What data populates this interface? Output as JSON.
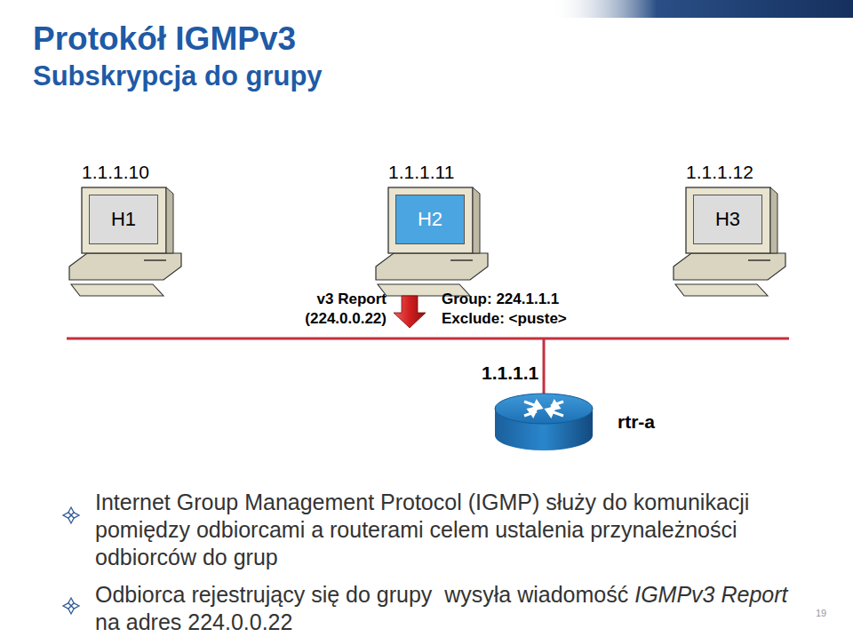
{
  "diagram": {
    "title": "Protokół IGMPv3",
    "nodes": [
      {
        "text": [
          "1.1.1.10",
          "H1"
        ]
      },
      {
        "text": [
          "1.1.1.11",
          "H2"
        ]
      },
      {
        "text": [
          "1.1.1.12",
          "H3"
        ]
      },
      {
        "text": [
          "1.1.1.1",
          "rtr-a"
        ]
      }
    ],
    "labels": [
      "Subskrypcja do grupy",
      "v3 Report (224.0.0.22)",
      "Group: 224.1.1.1 Exclude: <puste>",
      "Internet Group Management Protocol (IGMP) służy do komunikacji pomiędzy odbiorcami a routerami celem ustalenia przynależności odbiorców do grup",
      "Odbiorca rejestrujący się do grupy  wysyła wiadomość ",
      "IGMPv3 Report",
      " na adres 224.0.0.22",
      "19"
    ]
  }
}
